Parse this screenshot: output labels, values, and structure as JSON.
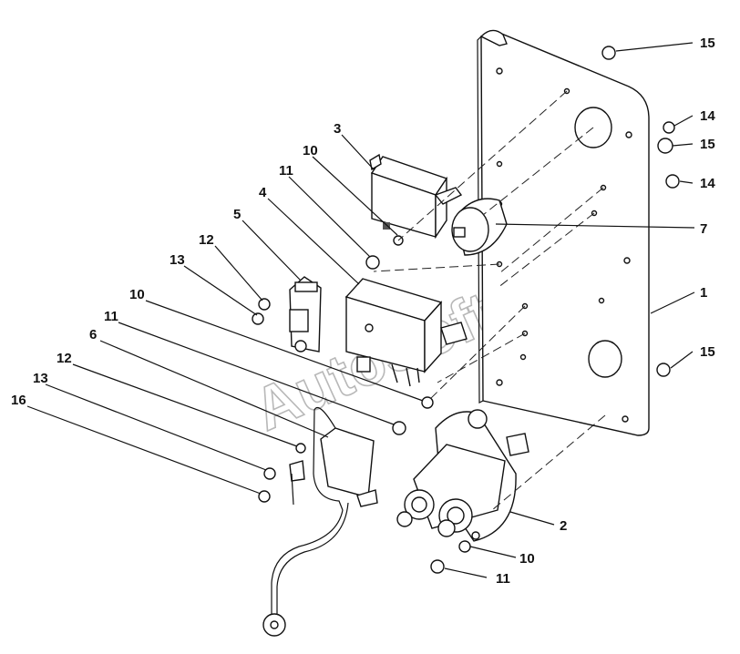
{
  "watermark": "AutoSoft",
  "callouts": {
    "c15a": "15",
    "c14a": "14",
    "c15b": "15",
    "c14b": "14",
    "c7": "7",
    "c1": "1",
    "c15c": "15",
    "c3": "3",
    "c10a": "10",
    "c11a": "11",
    "c4": "4",
    "c5": "5",
    "c12a": "12",
    "c13a": "13",
    "c10b": "10",
    "c11b": "11",
    "c6": "6",
    "c12b": "12",
    "c13b": "13",
    "c16": "16",
    "c2": "2",
    "c10c": "10",
    "c11c": "11"
  }
}
